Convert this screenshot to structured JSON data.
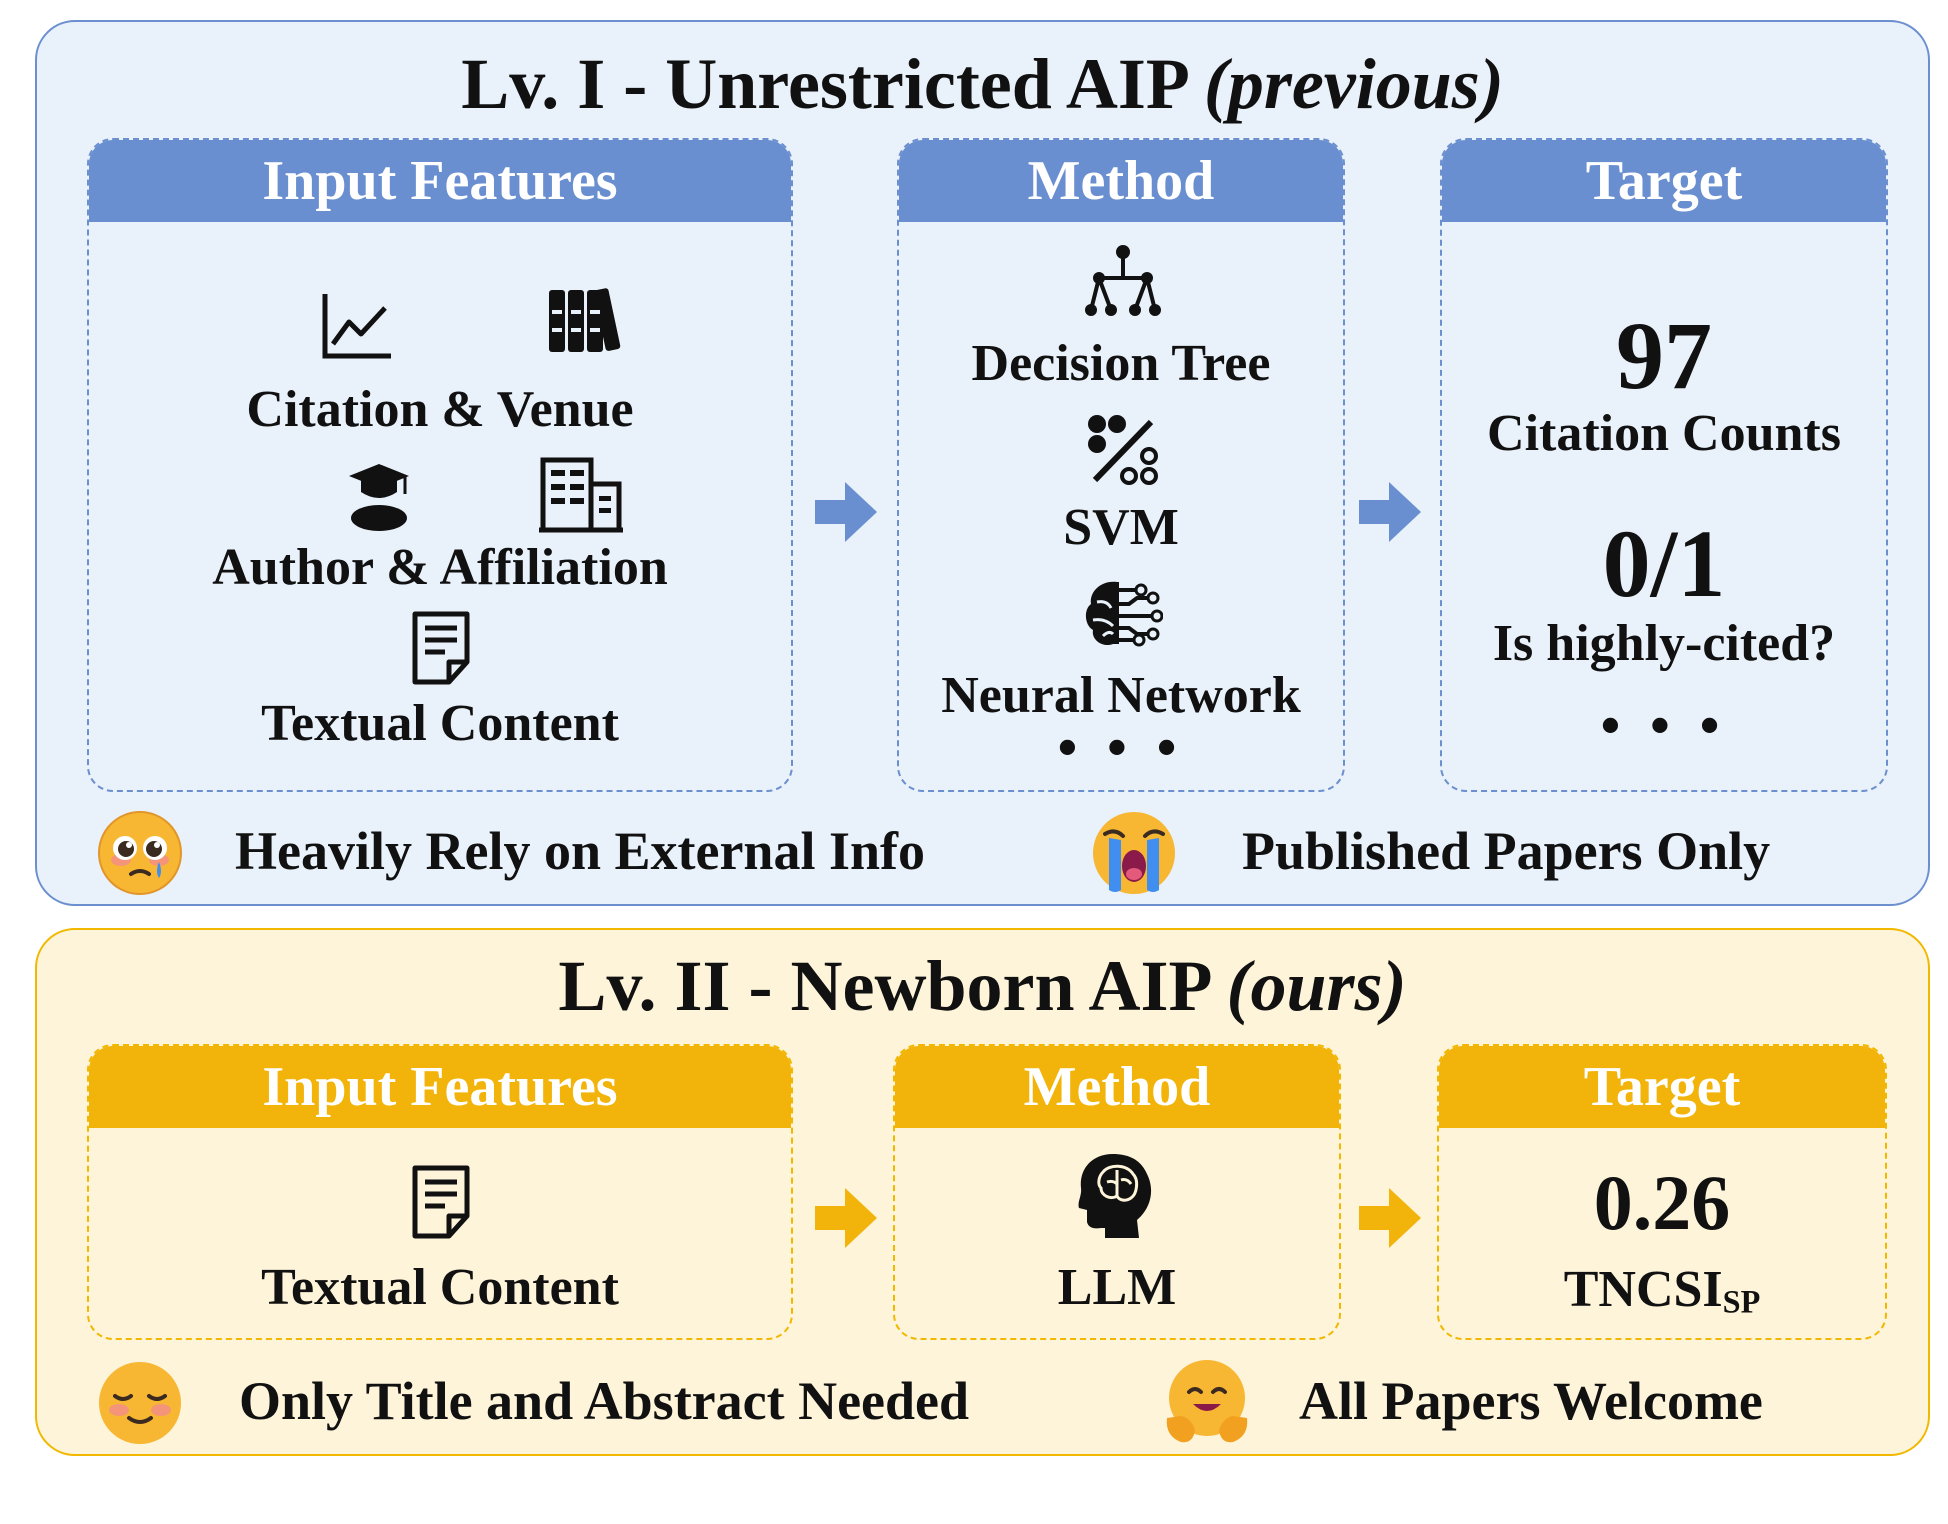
{
  "lv1": {
    "title_main": "Lv. I - Unrestricted AIP",
    "title_tag": "(previous)",
    "input": {
      "header": "Input Features",
      "items": [
        {
          "label": "Citation & Venue",
          "icons": [
            "line-chart-icon",
            "books-icon"
          ]
        },
        {
          "label": "Author & Affiliation",
          "icons": [
            "graduate-icon",
            "building-icon"
          ]
        },
        {
          "label": "Textual Content",
          "icons": [
            "document-icon"
          ]
        }
      ]
    },
    "method": {
      "header": "Method",
      "items": [
        {
          "label": "Decision Tree",
          "icon": "tree-diagram-icon"
        },
        {
          "label": "SVM",
          "icon": "percent-dots-icon"
        },
        {
          "label": "Neural Network",
          "icon": "neural-brain-icon"
        }
      ],
      "more": "• • •"
    },
    "target": {
      "header": "Target",
      "items": [
        {
          "value": "97",
          "label": "Citation Counts"
        },
        {
          "value": "0/1",
          "label": "Is highly-cited?"
        }
      ],
      "more": "• • •"
    },
    "notes": [
      {
        "emoji": "pleading-face-emoji",
        "text": "Heavily Rely on External Info"
      },
      {
        "emoji": "crying-face-emoji",
        "text": "Published Papers Only"
      }
    ],
    "colors": {
      "accent": "#6a8fd0",
      "background": "#e9f1fa"
    }
  },
  "lv2": {
    "title_main": "Lv. II - Newborn AIP",
    "title_tag": "(ours)",
    "input": {
      "header": "Input Features",
      "label": "Textual Content",
      "icon": "document-icon"
    },
    "method": {
      "header": "Method",
      "label": "LLM",
      "icon": "head-brain-icon"
    },
    "target": {
      "header": "Target",
      "value": "0.26",
      "label_main": "TNCSI",
      "label_sub": "SP"
    },
    "notes": [
      {
        "emoji": "relieved-face-emoji",
        "text": "Only Title and Abstract Needed"
      },
      {
        "emoji": "hugging-face-emoji",
        "text": "All Papers Welcome"
      }
    ],
    "colors": {
      "accent": "#f2b40a",
      "background": "#fdf4da"
    }
  }
}
